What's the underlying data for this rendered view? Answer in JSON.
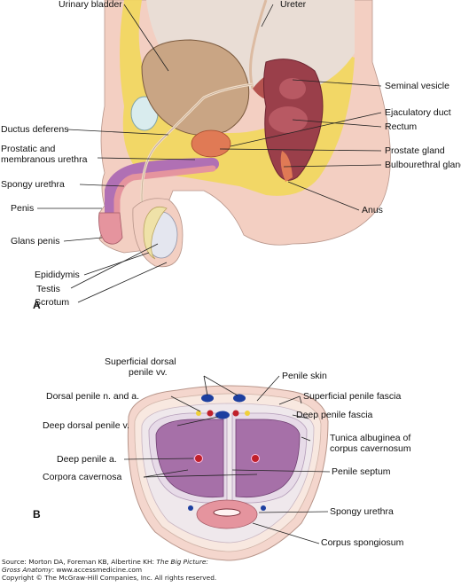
{
  "panel_a": {
    "letter": "A",
    "labels": {
      "urinary_bladder": "Urinary bladder",
      "ureter": "Ureter",
      "seminal_vesicle": "Seminal vesicle",
      "ejaculatory_duct": "Ejaculatory duct",
      "rectum": "Rectum",
      "prostate_gland": "Prostate gland",
      "bulbourethral_gland": "Bulbourethral gland",
      "anus": "Anus",
      "ductus_deferens": "Ductus deferens",
      "prostatic_urethra_1": "Prostatic and",
      "prostatic_urethra_2": "membranous urethra",
      "spongy_urethra": "Spongy urethra",
      "penis": "Penis",
      "glans_penis": "Glans penis",
      "epididymis": "Epididymis",
      "testis": "Testis",
      "scrotum": "Scrotum"
    }
  },
  "panel_b": {
    "letter": "B",
    "labels": {
      "superficial_dorsal_1": "Superficial dorsal",
      "superficial_dorsal_2": "penile vv.",
      "penile_skin": "Penile skin",
      "dorsal_penile_n": "Dorsal penile n. and a.",
      "superficial_penile_fascia": "Superficial penile fascia",
      "deep_dorsal_penile_v": "Deep dorsal penile v.",
      "deep_penile_fascia": "Deep penile fascia",
      "tunica_1": "Tunica albuginea of",
      "tunica_2": "corpus cavernosum",
      "deep_penile_a": "Deep penile a.",
      "corpora_cavernosa": "Corpora cavernosa",
      "penile_septum": "Penile septum",
      "spongy_urethra": "Spongy urethra",
      "corpus_spongiosum": "Corpus spongiosum"
    }
  },
  "credit": {
    "line1_prefix": "Source: Morton DA, Foreman KB, Albertine KH: ",
    "line1_title": "The Big Picture:",
    "line2_title": "Gross Anatomy",
    "line2_suffix": ": www.accessmedicine.com",
    "line3": "Copyright © The McGraw-Hill Companies, Inc. All rights reserved."
  },
  "colors": {
    "skin": "#f3cfc2",
    "fat": "#f2d75c",
    "bladder": "#c9a584",
    "rectum": "#9a3f4a",
    "prostate": "#e07a55",
    "cavernosa": "#a670a8",
    "spongiosum": "#e5949e",
    "bone": "#d9ecee",
    "vein": "#1d3fa0",
    "artery": "#c0202a",
    "nerve": "#f0d03a"
  }
}
